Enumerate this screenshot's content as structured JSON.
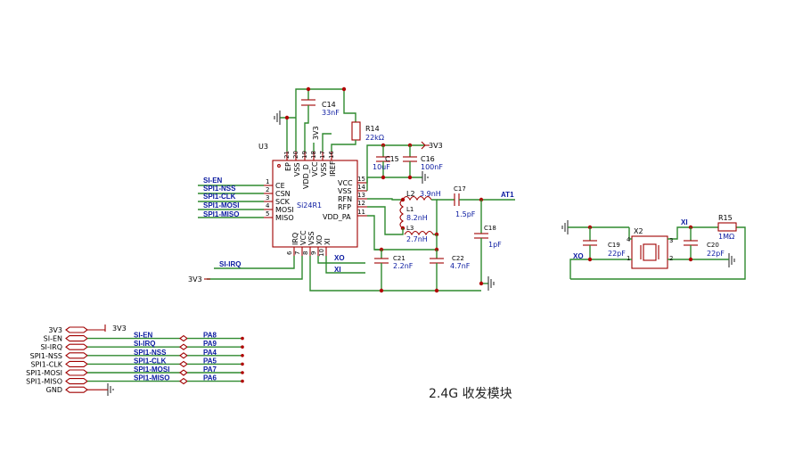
{
  "title": "2.4G 收发模块",
  "chip": {
    "ref": "U3",
    "part": "Si24R1",
    "left_pins": [
      {
        "num": "1",
        "name": "CE"
      },
      {
        "num": "2",
        "name": "CSN"
      },
      {
        "num": "3",
        "name": "SCK"
      },
      {
        "num": "4",
        "name": "MOSI"
      },
      {
        "num": "5",
        "name": "MISO"
      }
    ],
    "right_pins": [
      {
        "num": "15",
        "name": "VCC"
      },
      {
        "num": "14",
        "name": "VSS"
      },
      {
        "num": "13",
        "name": "RFN"
      },
      {
        "num": "12",
        "name": "RFP"
      },
      {
        "num": "11",
        "name": "VDD_PA"
      }
    ],
    "top_pins": [
      {
        "num": "21",
        "name": "EP"
      },
      {
        "num": "20",
        "name": "VSS"
      },
      {
        "num": "19",
        "name": "VDD_D"
      },
      {
        "num": "18",
        "name": "VCC"
      },
      {
        "num": "17",
        "name": "VSS"
      },
      {
        "num": "16",
        "name": "IREF"
      }
    ],
    "bottom_pins": [
      {
        "num": "6",
        "name": "IRQ"
      },
      {
        "num": "7",
        "name": "VCC"
      },
      {
        "num": "8",
        "name": "VSS"
      },
      {
        "num": "9",
        "name": "XO"
      },
      {
        "num": "10",
        "name": "XI"
      }
    ]
  },
  "chip_nets": {
    "en": "SI-EN",
    "nss": "SPI1-NSS",
    "clk": "SPI1-CLK",
    "mosi": "SPI1-MOSI",
    "miso": "SPI1-MISO",
    "irq": "SI-IRQ",
    "vcc_label": "3V3",
    "xo": "XO",
    "xi": "XI",
    "at1": "AT1",
    "vcc_top": "3V3",
    "vcc_pin18": "3V3"
  },
  "components": {
    "c14": {
      "ref": "C14",
      "value": "33nF"
    },
    "r14": {
      "ref": "R14",
      "value": "22kΩ"
    },
    "c15": {
      "ref": "C15",
      "value": "10uF"
    },
    "c16": {
      "ref": "C16",
      "value": "100nF"
    },
    "l2": {
      "ref": "L2",
      "value": "3.9nH"
    },
    "l1": {
      "ref": "L1",
      "value": "8.2nH"
    },
    "l3": {
      "ref": "L3",
      "value": "2.7nH"
    },
    "c17": {
      "ref": "C17",
      "value": "1.5pF"
    },
    "c18": {
      "ref": "C18",
      "value": "1pF"
    },
    "c21": {
      "ref": "C21",
      "value": "2.2nF"
    },
    "c22": {
      "ref": "C22",
      "value": "4.7nF"
    },
    "x2": {
      "ref": "X2",
      "pins": [
        "4",
        "3",
        "1",
        "2"
      ]
    },
    "c19": {
      "ref": "C19",
      "value": "22pF"
    },
    "c20": {
      "ref": "C20",
      "value": "22pF"
    },
    "r15": {
      "ref": "R15",
      "value": "1MΩ"
    },
    "xo_label": "XO",
    "xi_label": "XI"
  },
  "connector": {
    "pins": [
      "3V3",
      "SI-EN",
      "SI-IRQ",
      "SPI1-NSS",
      "SPI1-CLK",
      "SPI1-MOSI",
      "SPI1-MISO",
      "GND"
    ],
    "power_label": "3V3",
    "mapping": [
      {
        "net": "SI-EN",
        "port": "PA8"
      },
      {
        "net": "SI-IRQ",
        "port": "PA9"
      },
      {
        "net": "SPI1-NSS",
        "port": "PA4"
      },
      {
        "net": "SPI1-CLK",
        "port": "PA5"
      },
      {
        "net": "SPI1-MOSI",
        "port": "PA7"
      },
      {
        "net": "SPI1-MISO",
        "port": "PA6"
      }
    ]
  }
}
